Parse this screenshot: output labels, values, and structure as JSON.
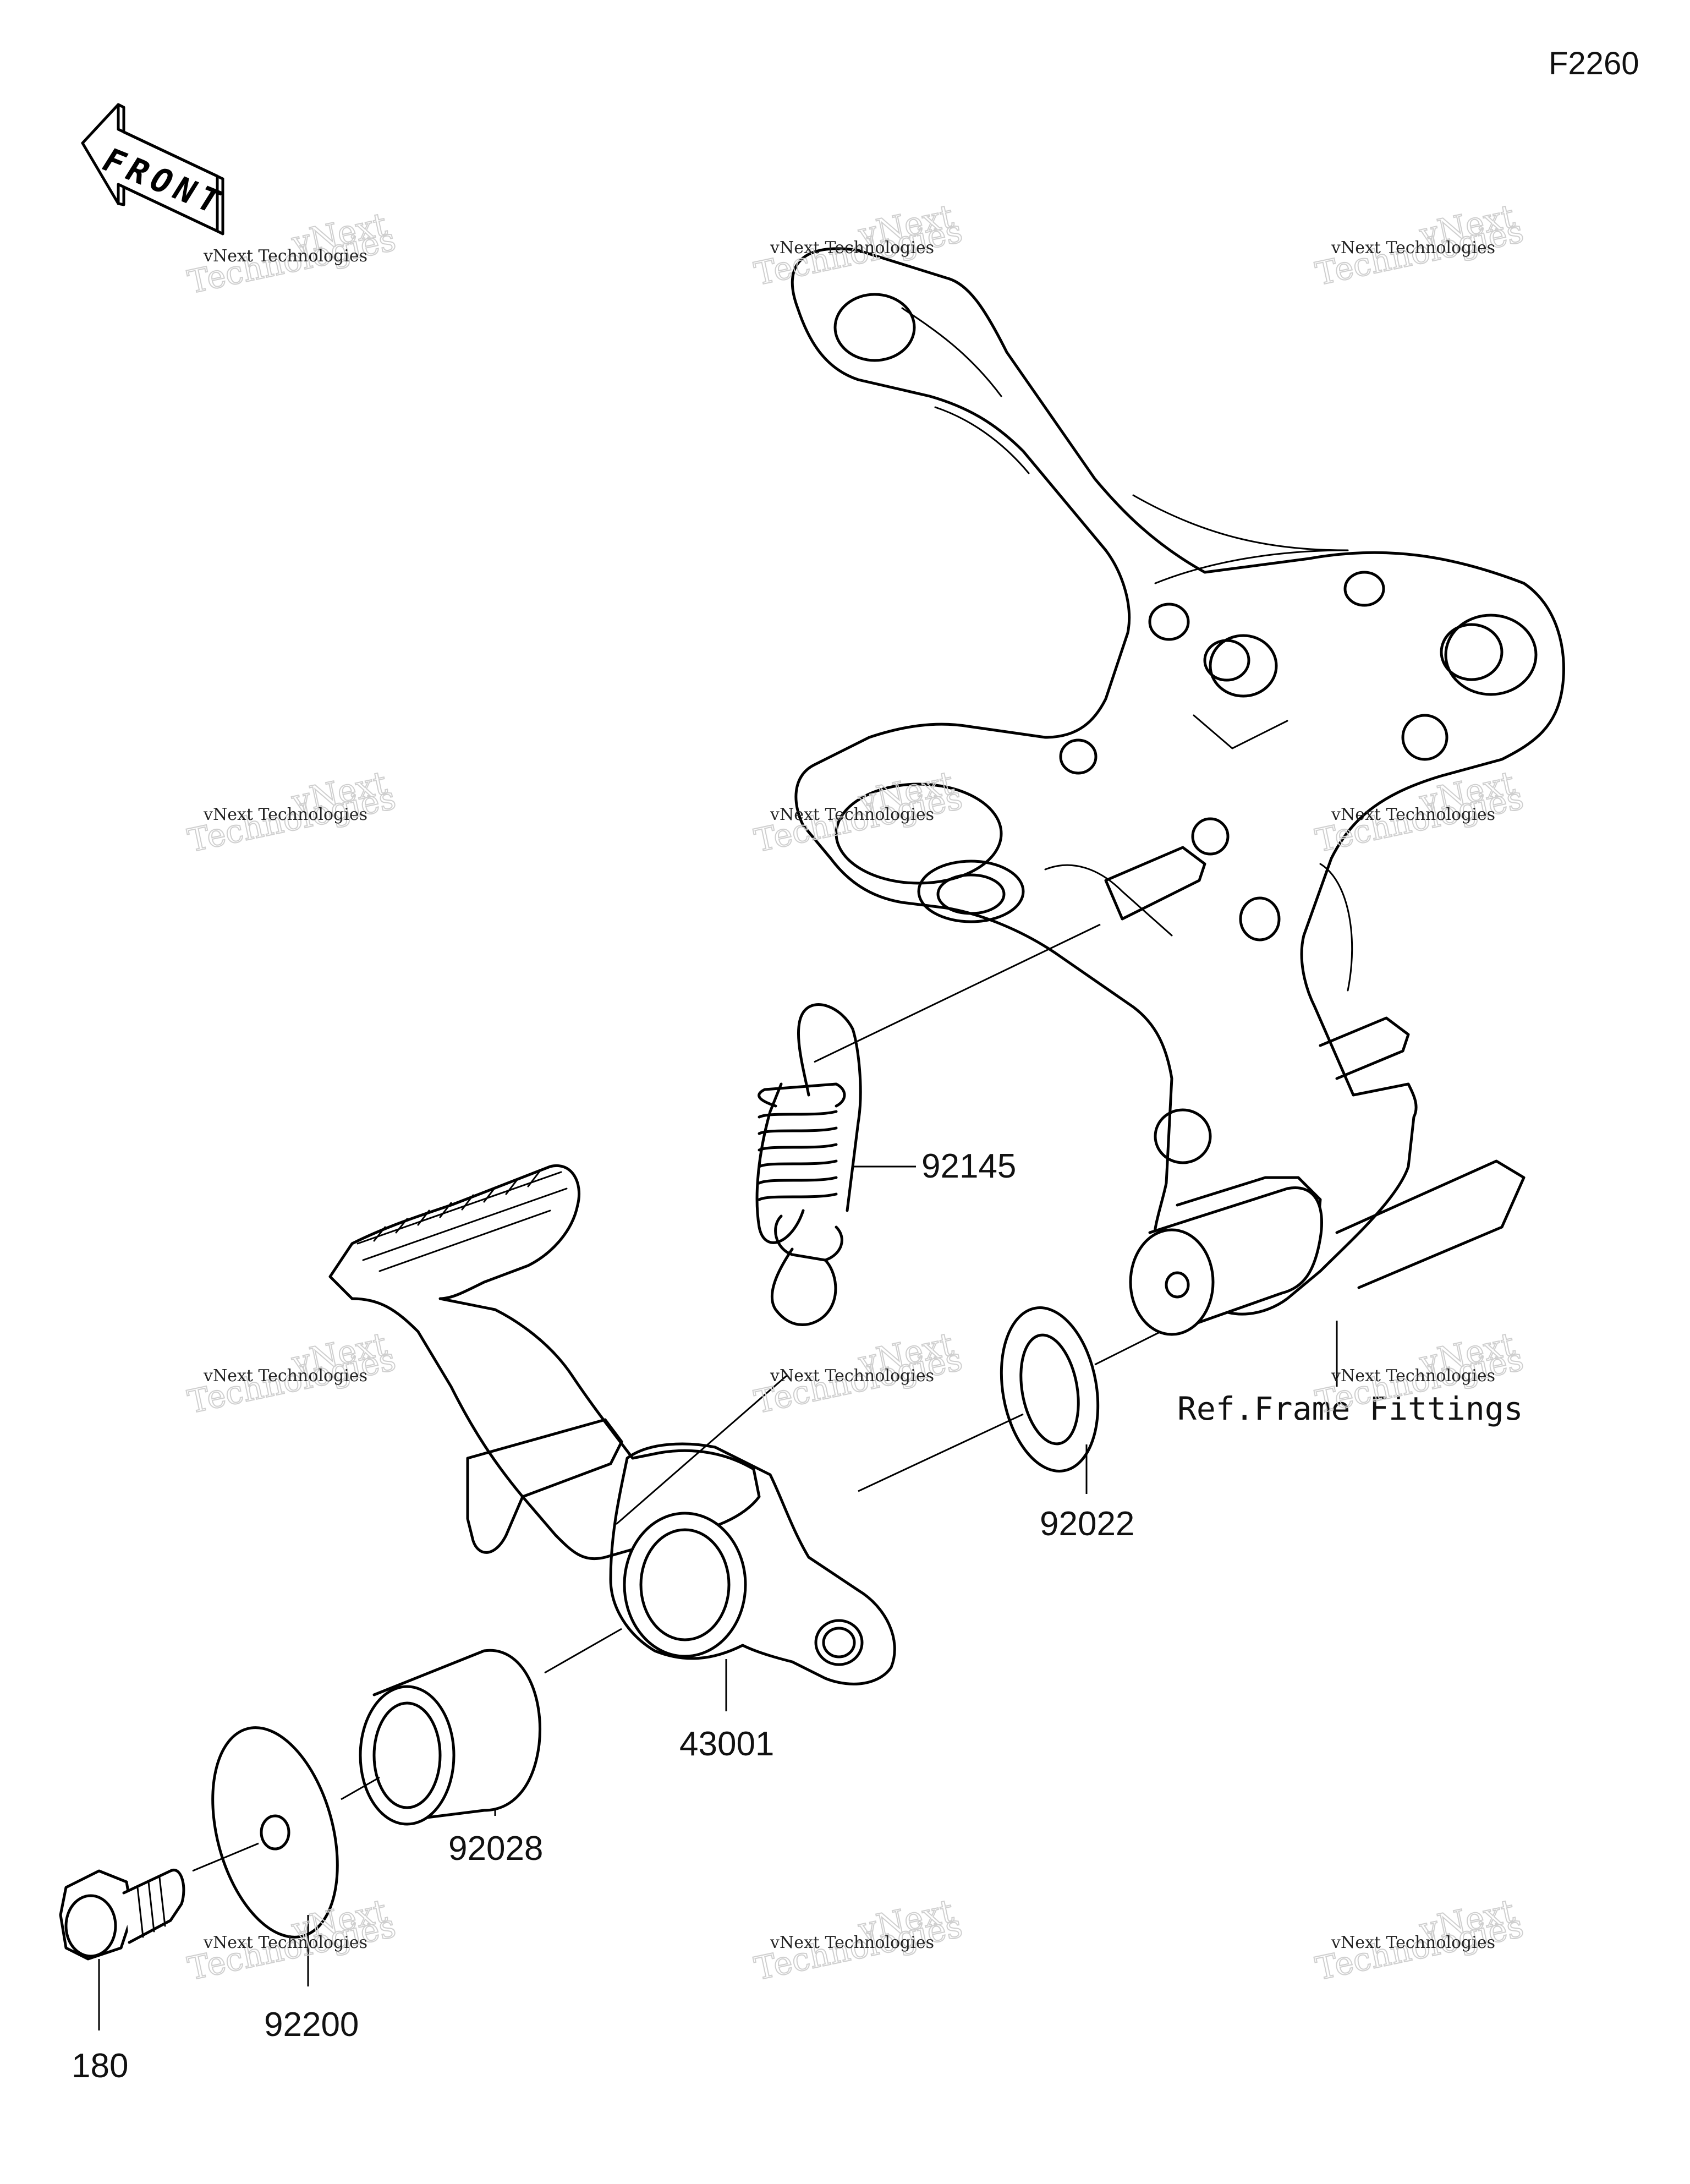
{
  "diagram_code": "F2260",
  "front_arrow_label": "FRONT",
  "reference_note": "Ref.Frame Fittings",
  "parts": [
    {
      "number": "92145",
      "item": "spring"
    },
    {
      "number": "92022",
      "item": "washer"
    },
    {
      "number": "43001",
      "item": "brake-pedal"
    },
    {
      "number": "92028",
      "item": "bushing"
    },
    {
      "number": "92200",
      "item": "washer"
    },
    {
      "number": "180",
      "item": "bolt"
    }
  ],
  "watermark": {
    "line1": "vNext Technologies",
    "line2": "vNext",
    "line3": "Technologies"
  }
}
